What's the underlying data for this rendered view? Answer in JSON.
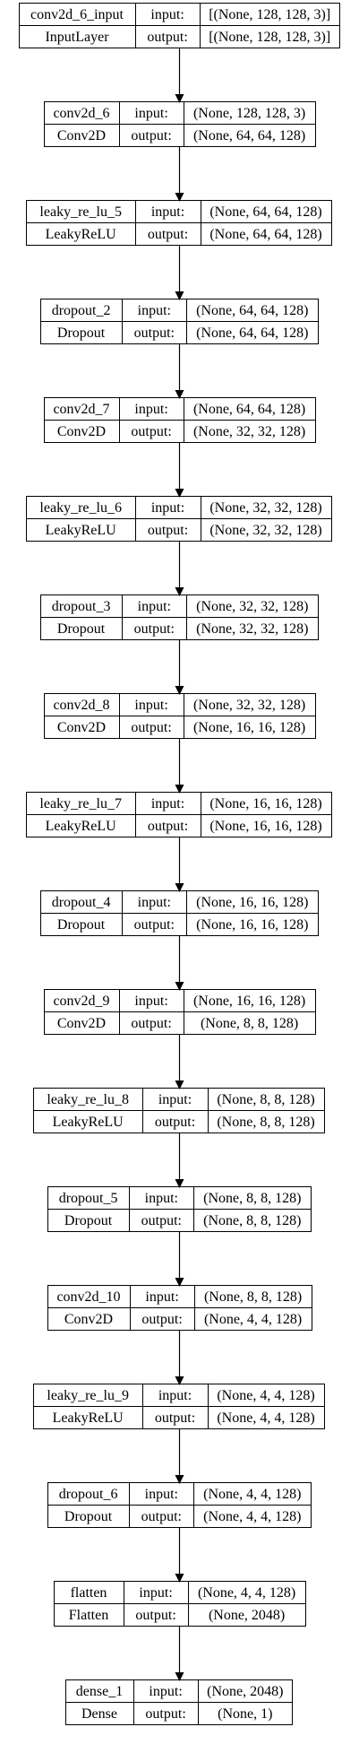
{
  "diagram": {
    "nodes": [
      {
        "name": "conv2d_6_input",
        "type": "InputLayer",
        "input_label": "input:",
        "output_label": "output:",
        "input_shape": "[(None, 128, 128, 3)]",
        "output_shape": "[(None, 128, 128, 3)]"
      },
      {
        "name": "conv2d_6",
        "type": "Conv2D",
        "input_label": "input:",
        "output_label": "output:",
        "input_shape": "(None, 128, 128, 3)",
        "output_shape": "(None, 64, 64, 128)"
      },
      {
        "name": "leaky_re_lu_5",
        "type": "LeakyReLU",
        "input_label": "input:",
        "output_label": "output:",
        "input_shape": "(None, 64, 64, 128)",
        "output_shape": "(None, 64, 64, 128)"
      },
      {
        "name": "dropout_2",
        "type": "Dropout",
        "input_label": "input:",
        "output_label": "output:",
        "input_shape": "(None, 64, 64, 128)",
        "output_shape": "(None, 64, 64, 128)"
      },
      {
        "name": "conv2d_7",
        "type": "Conv2D",
        "input_label": "input:",
        "output_label": "output:",
        "input_shape": "(None, 64, 64, 128)",
        "output_shape": "(None, 32, 32, 128)"
      },
      {
        "name": "leaky_re_lu_6",
        "type": "LeakyReLU",
        "input_label": "input:",
        "output_label": "output:",
        "input_shape": "(None, 32, 32, 128)",
        "output_shape": "(None, 32, 32, 128)"
      },
      {
        "name": "dropout_3",
        "type": "Dropout",
        "input_label": "input:",
        "output_label": "output:",
        "input_shape": "(None, 32, 32, 128)",
        "output_shape": "(None, 32, 32, 128)"
      },
      {
        "name": "conv2d_8",
        "type": "Conv2D",
        "input_label": "input:",
        "output_label": "output:",
        "input_shape": "(None, 32, 32, 128)",
        "output_shape": "(None, 16, 16, 128)"
      },
      {
        "name": "leaky_re_lu_7",
        "type": "LeakyReLU",
        "input_label": "input:",
        "output_label": "output:",
        "input_shape": "(None, 16, 16, 128)",
        "output_shape": "(None, 16, 16, 128)"
      },
      {
        "name": "dropout_4",
        "type": "Dropout",
        "input_label": "input:",
        "output_label": "output:",
        "input_shape": "(None, 16, 16, 128)",
        "output_shape": "(None, 16, 16, 128)"
      },
      {
        "name": "conv2d_9",
        "type": "Conv2D",
        "input_label": "input:",
        "output_label": "output:",
        "input_shape": "(None, 16, 16, 128)",
        "output_shape": "(None, 8, 8, 128)"
      },
      {
        "name": "leaky_re_lu_8",
        "type": "LeakyReLU",
        "input_label": "input:",
        "output_label": "output:",
        "input_shape": "(None, 8, 8, 128)",
        "output_shape": "(None, 8, 8, 128)"
      },
      {
        "name": "dropout_5",
        "type": "Dropout",
        "input_label": "input:",
        "output_label": "output:",
        "input_shape": "(None, 8, 8, 128)",
        "output_shape": "(None, 8, 8, 128)"
      },
      {
        "name": "conv2d_10",
        "type": "Conv2D",
        "input_label": "input:",
        "output_label": "output:",
        "input_shape": "(None, 8, 8, 128)",
        "output_shape": "(None, 4, 4, 128)"
      },
      {
        "name": "leaky_re_lu_9",
        "type": "LeakyReLU",
        "input_label": "input:",
        "output_label": "output:",
        "input_shape": "(None, 4, 4, 128)",
        "output_shape": "(None, 4, 4, 128)"
      },
      {
        "name": "dropout_6",
        "type": "Dropout",
        "input_label": "input:",
        "output_label": "output:",
        "input_shape": "(None, 4, 4, 128)",
        "output_shape": "(None, 4, 4, 128)"
      },
      {
        "name": "flatten",
        "type": "Flatten",
        "input_label": "input:",
        "output_label": "output:",
        "input_shape": "(None, 4, 4, 128)",
        "output_shape": "(None, 2048)"
      },
      {
        "name": "dense_1",
        "type": "Dense",
        "input_label": "input:",
        "output_label": "output:",
        "input_shape": "(None, 2048)",
        "output_shape": "(None, 1)"
      }
    ]
  }
}
